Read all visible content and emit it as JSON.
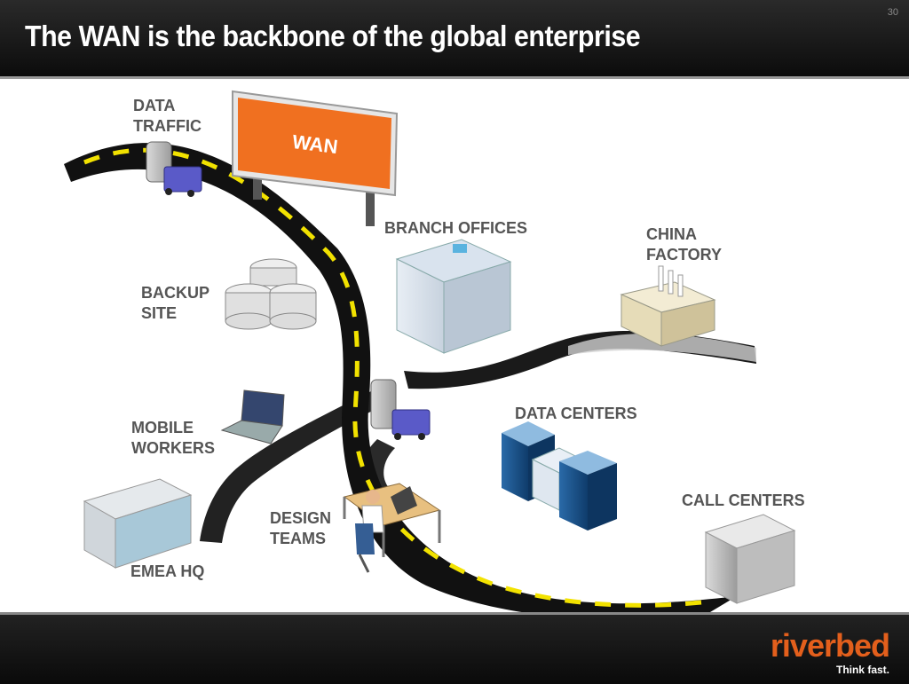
{
  "slide": {
    "title": "The WAN is the backbone of the global enterprise",
    "page_number": "30"
  },
  "sign": {
    "text": "WAN",
    "color": "#f07020"
  },
  "labels": {
    "data_traffic": "DATA\nTRAFFIC",
    "branch_offices": "BRANCH OFFICES",
    "china_factory": "CHINA\nFACTORY",
    "backup_site": "BACKUP\nSITE",
    "mobile_workers": "MOBILE\nWORKERS",
    "data_centers": "DATA CENTERS",
    "call_centers": "CALL CENTERS",
    "design_teams": "DESIGN\nTEAMS",
    "emea_hq": "EMEA HQ"
  },
  "brand": {
    "logo": "riverbed",
    "tagline": "Think fast.",
    "accent": "#e35f1c"
  }
}
